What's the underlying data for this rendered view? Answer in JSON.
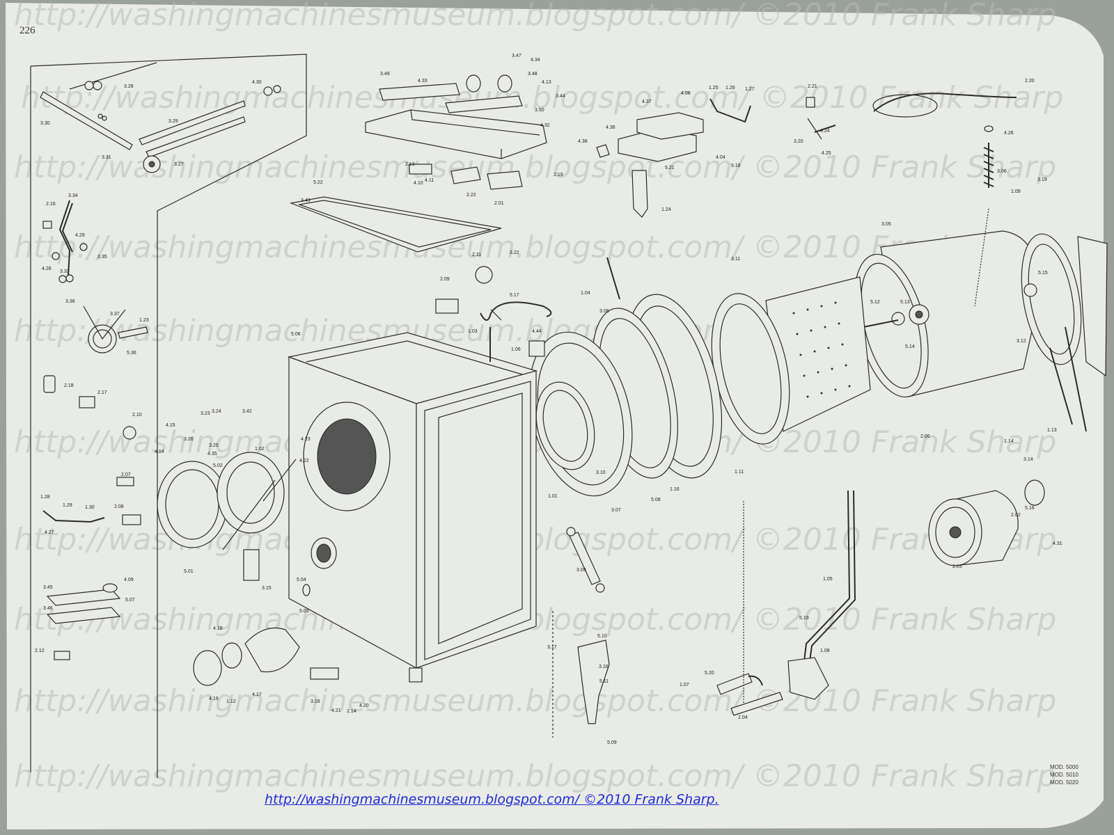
{
  "page_number": "226",
  "watermark": "http://washingmachinesmuseum.blogspot.com/ ©2010 Frank Sharp",
  "footer_link": "http://washingmachinesmuseum.blogspot.com/ ©2010 Frank Sharp.",
  "models": [
    "MOD. 5000",
    "MOD. 5010",
    "MOD. 5020"
  ],
  "part_labels": [
    "3.28",
    "4.30",
    "3.30",
    "3.31",
    "3.29",
    "3.27",
    "3.34",
    "2.16",
    "4.29",
    "3.35",
    "4.28",
    "3.33",
    "3.36",
    "3.37",
    "1.23",
    "5.36",
    "2.18",
    "2.17",
    "2.10",
    "2.07",
    "2.08",
    "1.28",
    "1.29",
    "1.30",
    "4.27",
    "3.45",
    "3.46",
    "4.09",
    "5.07",
    "2.12",
    "3.49",
    "4.33",
    "3.47",
    "4.34",
    "3.48",
    "4.13",
    "3.44",
    "3.50",
    "4.32",
    "2.13",
    "4.10",
    "4.11",
    "2.22",
    "2.01",
    "2.19",
    "3.43",
    "5.22",
    "4.06",
    "1.25",
    "1.26",
    "1.27",
    "4.37",
    "4.36",
    "4.38",
    "4.04",
    "5.18",
    "5.21",
    "1.24",
    "2.21",
    "2.20",
    "3.20",
    "4.24",
    "4.25",
    "4.26",
    "3.06",
    "3.19",
    "1.09",
    "3.05",
    "3.11",
    "5.12",
    "5.13",
    "5.14",
    "5.15",
    "3.12",
    "3.10",
    "1.01",
    "3.07",
    "5.08",
    "1.16",
    "1.11",
    "2.11",
    "3.22",
    "2.09",
    "5.17",
    "1.04",
    "3.06",
    "1.03",
    "1.06",
    "4.44",
    "5.06",
    "3.42",
    "4.23",
    "4.22",
    "3.23",
    "3.24",
    "4.15",
    "3.26",
    "3.25",
    "4.14",
    "4.35",
    "1.02",
    "5.02",
    "5.01",
    "3.15",
    "5.04",
    "5.03",
    "4.18",
    "4.19",
    "1.12",
    "4.17",
    "3.18",
    "4.21",
    "2.14",
    "4.20",
    "3.09",
    "5.10",
    "3.17",
    "3.16",
    "5.11",
    "5.09",
    "2.06",
    "1.13",
    "1.14",
    "3.14",
    "5.16",
    "2.02",
    "2.03",
    "4.31",
    "1.05",
    "5.19",
    "1.08",
    "5.20",
    "1.07",
    "2.04"
  ]
}
